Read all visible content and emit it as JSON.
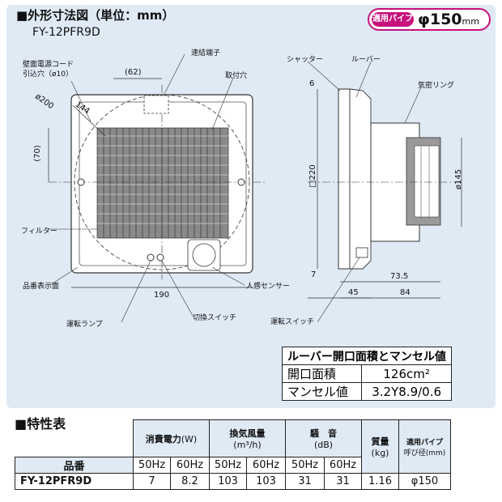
{
  "header": {
    "title": "■外形寸法図（単位：mm）",
    "model": "FY-12PFR9D",
    "pipe_tag": "適用パイプ",
    "pipe_value": "φ150",
    "pipe_unit": "mm"
  },
  "labels": {
    "wall_cord": "壁面電源コード",
    "wall_cord_hole": "引込穴（ø10）",
    "connector": "速結端子",
    "mount_hole": "取付穴",
    "filter": "フィルター",
    "model_plate": "品番表示面",
    "lamp": "運転ランプ",
    "switch_change": "切換スイッチ",
    "sensor": "人感センサー",
    "shutter": "シャッター",
    "louver": "ルーバー",
    "seal_ring": "気密リング",
    "run_switch": "運転スイッチ"
  },
  "dimensions": {
    "d62": "(62)",
    "d200": "ø200",
    "d144": "144",
    "d70": "(70)",
    "d190": "190",
    "d6": "6",
    "d220": "□220",
    "d145": "ø145",
    "d7": "7",
    "d73_5": "73.5",
    "d45": "45",
    "d84": "84"
  },
  "mansell_table": {
    "title": "ルーバー開口面積とマンセル値",
    "rows": [
      {
        "label": "開口面積",
        "value": "126cm²"
      },
      {
        "label": "マンセル値",
        "value": "3.2Y8.9/0.6"
      }
    ]
  },
  "spec_section_title": "■特性表",
  "spec_table": {
    "headers": {
      "power": "消費電力",
      "power_unit": "(W)",
      "airflow": "換気風量",
      "airflow_unit": "(m³/h)",
      "noise": "騒　音",
      "noise_unit": "(dB)",
      "mass": "質量",
      "mass_unit": "(kg)",
      "pipe": "適用パイプ",
      "pipe_unit": "呼び径(mm)",
      "model": "品番"
    },
    "freqs": [
      "50Hz",
      "60Hz",
      "50Hz",
      "60Hz",
      "50Hz",
      "60Hz"
    ],
    "row": {
      "model": "FY-12PFR9D",
      "power_50": "7",
      "power_60": "8.2",
      "air_50": "103",
      "air_60": "103",
      "noise_50": "31",
      "noise_60": "31",
      "mass": "1.16",
      "pipe": "φ150"
    }
  }
}
